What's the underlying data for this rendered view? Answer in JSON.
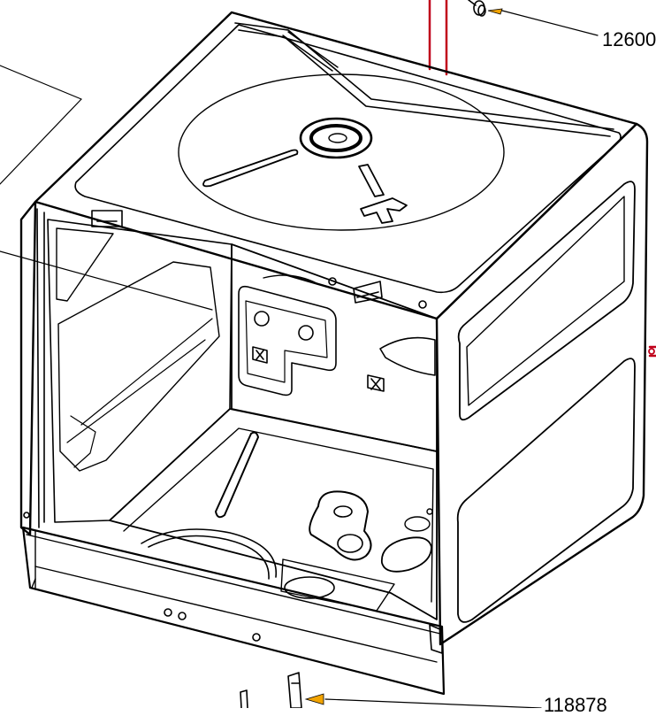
{
  "diagram": {
    "callouts": [
      {
        "id": "top-right",
        "label": "12600"
      },
      {
        "id": "bottom-right",
        "label": "118878"
      }
    ]
  },
  "colors": {
    "line": "#000000",
    "pipe": "#c0001a",
    "arrow": "#f2a400",
    "background": "#ffffff"
  }
}
